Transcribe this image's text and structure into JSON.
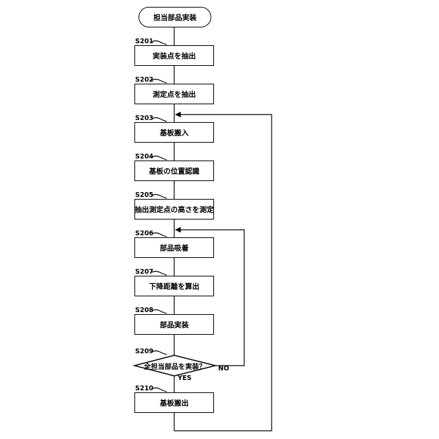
{
  "start": {
    "label": "担当部品実装"
  },
  "steps": [
    {
      "id": "S201",
      "label": "実装点を抽出"
    },
    {
      "id": "S202",
      "label": "測定点を抽出"
    },
    {
      "id": "S203",
      "label": "基板搬入"
    },
    {
      "id": "S204",
      "label": "基板の位置認識"
    },
    {
      "id": "S205",
      "label": "抽出測定点の高さを測定"
    },
    {
      "id": "S206",
      "label": "部品吸着"
    },
    {
      "id": "S207",
      "label": "下降距離を算出"
    },
    {
      "id": "S208",
      "label": "部品実装"
    }
  ],
  "decision": {
    "id": "S209",
    "label": "全担当部品を実装？",
    "yes_label": "YES",
    "no_label": "NO"
  },
  "final_step": {
    "id": "S210",
    "label": "基板搬出"
  }
}
